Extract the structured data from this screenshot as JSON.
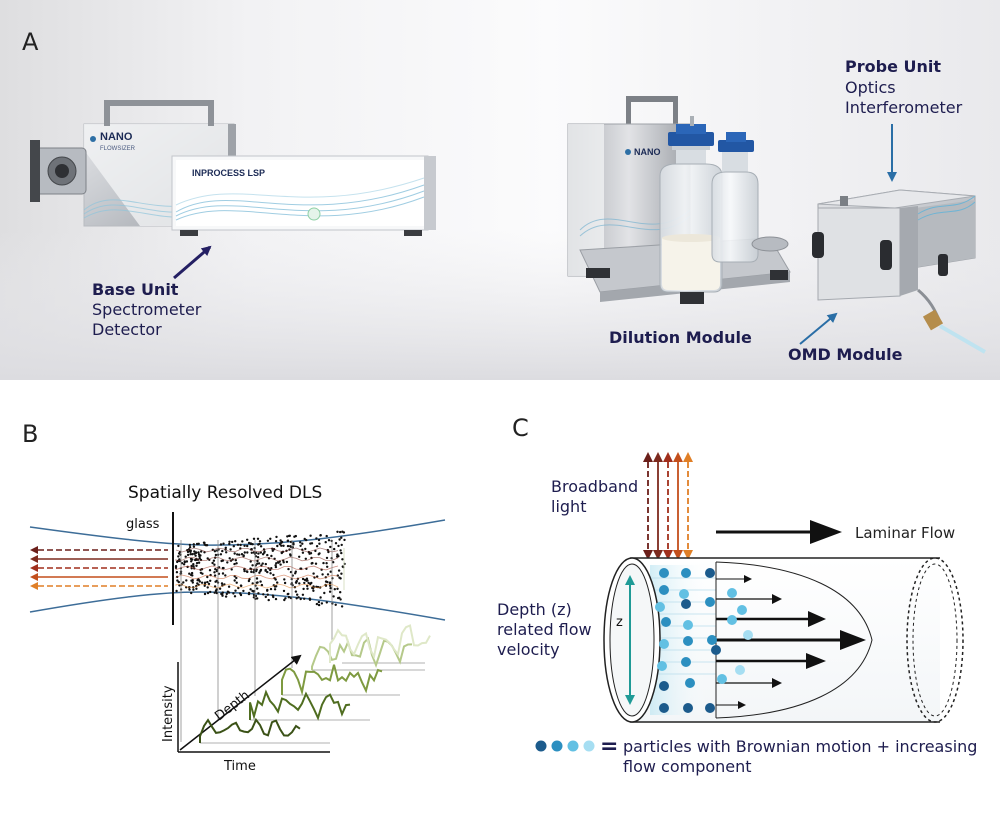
{
  "panels": {
    "a": "A",
    "b": "B",
    "c": "C"
  },
  "panel_a": {
    "device_brand_1": "NANO",
    "device_brand_2": "FLOWSIZER",
    "device_product": "INPROCESS LSP",
    "base_unit": {
      "title": "Base Unit",
      "line1": "Spectrometer",
      "line2": "Detector"
    },
    "probe_unit": {
      "title": "Probe Unit",
      "line1": "Optics",
      "line2": "Interferometer"
    },
    "dilution_module": "Dilution Module",
    "omd_module": "OMD Module"
  },
  "panel_b": {
    "title": "Spatially Resolved DLS",
    "glass_label": "glass",
    "y_axis": "Intensity",
    "x_axis": "Time",
    "depth_label": "Depth"
  },
  "panel_c": {
    "light_line1": "Broadband",
    "light_line2": "light",
    "flow_label": "Laminar Flow",
    "depth_line1": "Depth (z)",
    "depth_line2": "related flow",
    "depth_line3": "velocity",
    "z_label": "z",
    "legend_equals": "=",
    "legend_line1": "particles with Brownian motion + increasing",
    "legend_line2": "flow component",
    "colors": {
      "dark_blue": "#1c5b8c",
      "mid_blue": "#2c8fc0",
      "light_blue": "#62c0e3",
      "pale_blue": "#a6def2",
      "teal": "#1f9a96"
    }
  }
}
